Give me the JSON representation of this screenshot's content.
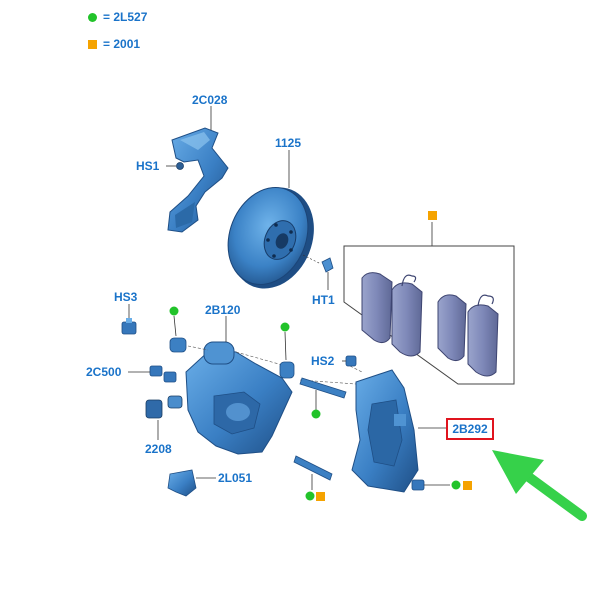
{
  "legend": [
    {
      "symbol": "green-dot",
      "color": "#22c32a",
      "text": "= 2L527"
    },
    {
      "symbol": "orange-square",
      "color": "#f5a300",
      "text": "= 2001"
    }
  ],
  "labels": {
    "shield": "2C028",
    "hs1": "HS1",
    "disc": "1125",
    "ht1": "HT1",
    "hs3": "HS3",
    "carrier": "2B120",
    "bleed": "2C500",
    "hs2": "HS2",
    "bushing": "2208",
    "clip": "2L051",
    "caliper": "2B292"
  },
  "colors": {
    "part_fill": "#3a7fc4",
    "part_dark": "#1f4f86",
    "label": "#1a73c9",
    "highlight_box": "#e0141e",
    "arrow": "#36d14a",
    "legend_green": "#22c32a",
    "legend_orange": "#f5a300"
  }
}
